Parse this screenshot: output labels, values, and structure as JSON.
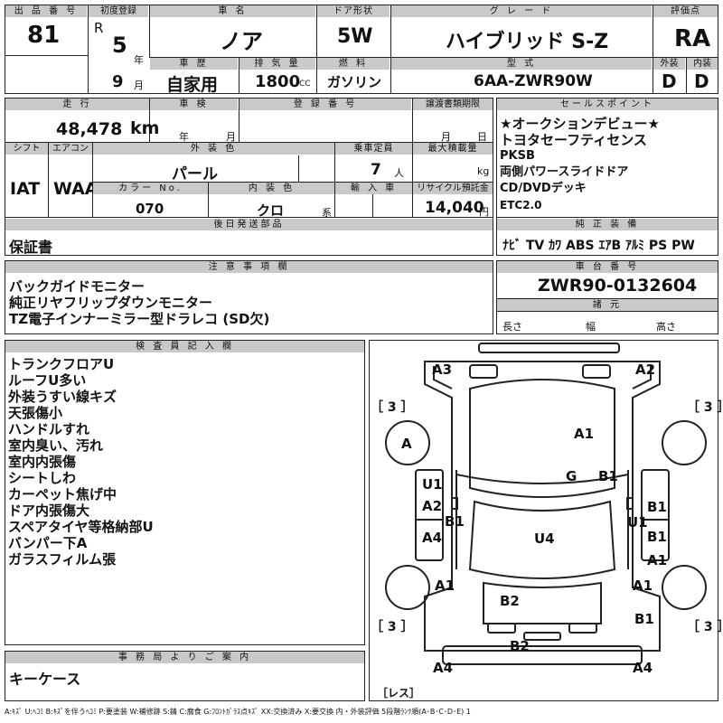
{
  "headers": {
    "lot_no": "出 品 番 号",
    "first_reg": "初度登録",
    "car_name": "車   名",
    "door": "ドア形状",
    "grade": "グ レ ー ド",
    "score": "評価点",
    "history": "車 歴",
    "displacement": "排 気 量",
    "fuel": "燃 料",
    "model_code": "型 式",
    "exterior": "外装",
    "interior": "内装",
    "mileage": "走 行",
    "inspection": "車 検",
    "reg_no": "登 録 番 号",
    "transfer": "譲渡書類期限",
    "sales_point": "セールスポイント",
    "shift": "シフト",
    "aircon": "エアコン",
    "ext_color": "外 装 色",
    "capacity": "乗車定員",
    "max_load": "最大積載量",
    "color_no": "カラー No.",
    "int_color": "内 装 色",
    "import": "輸 入 車",
    "recycle": "リサイクル預託金",
    "later_parts": "後日発送部品",
    "genuine_equip": "純 正 装 備",
    "notes": "注 意 事 項 欄",
    "chassis_no": "車 台 番 号",
    "dims": "諸 元",
    "inspector": "検 査 員 記 入 欄",
    "office": "事 務 局 よ り ご 案 内"
  },
  "units": {
    "year": "年",
    "month": "月",
    "cc": "CC",
    "km": "km",
    "person": "人",
    "kg": "kg",
    "series": "系",
    "yen": "円",
    "era": "R"
  },
  "vehicle": {
    "lot_no": "81",
    "reg_year": "5",
    "reg_month": "9",
    "car_name": "ノア",
    "door": "5W",
    "grade": "ハイブリッド S-Z",
    "score": "RA",
    "history": "自家用",
    "displacement": "1800",
    "fuel": "ガソリン",
    "model_code": "6AA-ZWR90W",
    "exterior_score": "D",
    "interior_score": "D",
    "mileage": "48,478",
    "shift": "IAT",
    "aircon": "WAA",
    "ext_color": "パール",
    "capacity": "7",
    "color_no": "070",
    "int_color": "クロ",
    "recycle_fee": "14,040",
    "chassis_no": "ZWR90-0132604"
  },
  "sales_points": [
    "★オークションデビュー★",
    "トヨタセーフティセンス",
    "PKSB",
    "両側パワースライドドア",
    "CD/DVDデッキ",
    "ETC2.0"
  ],
  "later_parts": "保証書",
  "genuine_equip": "ﾅﾋﾞ TV ｶﾜ ABS ｴｱB ｱﾙﾐ PS PW",
  "notes": [
    "バックガイドモニター",
    "純正リヤフリップダウンモニター",
    "TZ電子インナーミラー型ドラレコ (SD欠)"
  ],
  "dims": {
    "length": "長さ",
    "width": "幅",
    "height": "高さ"
  },
  "inspector_notes": [
    "トランクフロアU",
    "ルーフU多い",
    "外装うすい線キズ",
    "天張傷小",
    "ハンドルすれ",
    "室内臭い、汚れ",
    "室内内張傷",
    "シートしわ",
    "カーペット焦げ中",
    "ドア内張傷大",
    "スペアタイヤ等格納部U",
    "バンパー下A",
    "ガラスフィルム張"
  ],
  "office_note": "キーケース",
  "diagram": {
    "labels": [
      "A3",
      "A2",
      "A1",
      "A",
      "U1",
      "G",
      "B1",
      "A2",
      "B1",
      "B1",
      "U1",
      "A4",
      "U4",
      "B1",
      "A1",
      "A1",
      "A1",
      "B2",
      "B1",
      "B2",
      "A4",
      "A4"
    ],
    "tires": [
      "［ 3 ］",
      "［ 3 ］",
      "［ 3 ］",
      "［ 3 ］"
    ],
    "spare": "［レス］"
  },
  "legend": "A:ｷｽﾞ U:ﾍｺﾐ B:ｷｽﾞを伴うﾍｺﾐ P:要塗装 W:補修跡 S:錆 C:腐食 G:ﾌﾛﾝﾄｶﾞﾗｽ点ｷｽﾞ XX:交換済み X:要交換 内・外装評価 5段階ﾗﾝｸ順(A･B･C･D･E) 1"
}
